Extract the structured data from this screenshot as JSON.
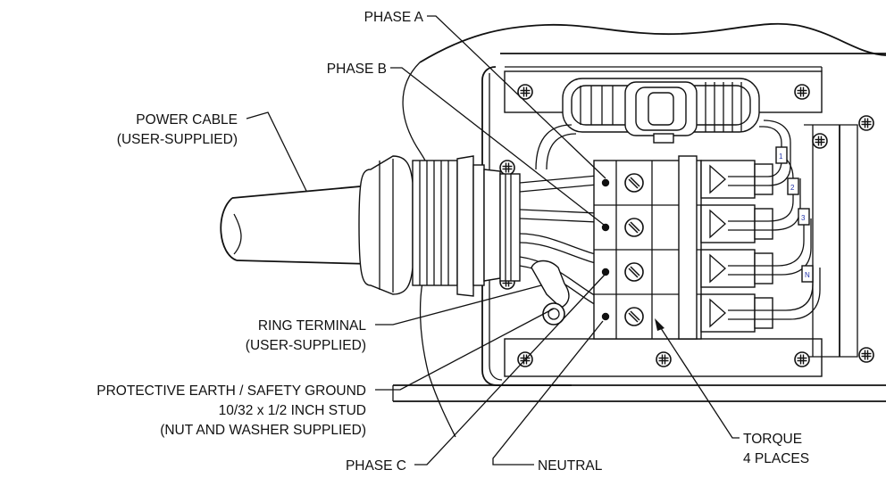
{
  "labels": {
    "phase_a": "PHASE A",
    "phase_b": "PHASE B",
    "power_cable_1": "POWER CABLE",
    "power_cable_2": "(USER-SUPPLIED)",
    "ring_terminal_1": "RING TERMINAL",
    "ring_terminal_2": "(USER-SUPPLIED)",
    "earth_1": "PROTECTIVE EARTH / SAFETY GROUND",
    "earth_2": "10/32 x 1/2 INCH STUD",
    "earth_3": "(NUT AND WASHER SUPPLIED)",
    "phase_c": "PHASE C",
    "neutral": "NEUTRAL",
    "torque_1": "TORQUE",
    "torque_2": "4 PLACES"
  },
  "wire_tags": [
    "1",
    "2",
    "3",
    "N"
  ]
}
